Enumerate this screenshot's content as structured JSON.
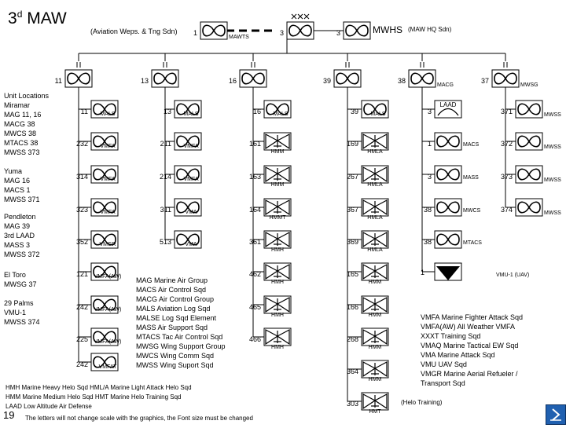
{
  "title": {
    "main": "3",
    "sup": "d",
    "rest": " MAW"
  },
  "subtitle": "(Aviation Weps. & Tng Sdn)",
  "mwhs": "MWHS",
  "mwhq": "(MAW HQ Sdn)",
  "unit_locations": [
    {
      "lines": [
        "Unit Locations",
        "Miramar",
        "MAG 11, 16",
        "MACG 38",
        "MWCS 38",
        "MTACS 38",
        "MWSS 373"
      ]
    },
    {
      "lines": [
        "Yuma",
        "MAG 16",
        "MACS 1",
        "MWSS 371"
      ]
    },
    {
      "lines": [
        "Pendleton",
        "MAG 39",
        "3rd LAAD",
        "MASS 3",
        "MWSS 372"
      ]
    },
    {
      "lines": [
        "El Toro",
        "MWSG 37"
      ]
    },
    {
      "lines": [
        "29 Palms",
        "VMU-1",
        "MWSS 374"
      ]
    }
  ],
  "legend_mid": [
    "MAG Marine Air Group",
    "MACS Air Control Sqd",
    "MACG  Air Control Group",
    "MALS Aviation Log Sqd",
    "MALSE Log Sqd Element",
    "MASS Air Support Sqd",
    "MTACS Tac Air Control Sqd",
    "MWSG Wing Support Group",
    "MWCS Wing Comm Sqd",
    "MWSS Wing Suport Sqd"
  ],
  "legend_right": [
    "VMFA Marine Fighter Attack Sqd",
    "VMFA(AW) All Weather VMFA",
    "XXXT Training Sqd",
    "VMAQ Marine Tactical EW Sqd",
    "VMA Marine Attack Sqd",
    "VMU UAV Sqd",
    "VMGR Marine Aerial Refueler /",
    "Transport Sqd"
  ],
  "legend_bottom": [
    "HMH Marine Heavy Helo Sqd    HML/A Marine Light Attack Helo Sqd",
    "HMM Marine Medium Helo Sqd  HMT  Marine Helo Training Sqd",
    "LAAD Low Altitude Air Defense"
  ],
  "helo_training": "(Helo Training)",
  "slide_number": "19",
  "note": "The letters will not change scale with the graphics, the Font size must be changed",
  "nodes": [
    {
      "id": "hq",
      "kind": "box",
      "num": "",
      "label": "",
      "echelon": "xxx"
    },
    {
      "id": "mwts",
      "kind": "box",
      "num": "1",
      "label": "MAWTS"
    },
    {
      "id": "hq3",
      "kind": "box",
      "num": "3",
      "label": ""
    },
    {
      "id": "mwhs",
      "kind": "box",
      "num": "3",
      "label": ""
    },
    {
      "id": "mag11",
      "kind": "box",
      "num": "11",
      "label": "",
      "echelon": "ii"
    },
    {
      "id": "mag13",
      "kind": "box",
      "num": "13",
      "label": "",
      "echelon": "ii"
    },
    {
      "id": "mag16",
      "kind": "box",
      "num": "16",
      "label": "",
      "echelon": "ii"
    },
    {
      "id": "mag39",
      "kind": "box",
      "num": "39",
      "label": "",
      "echelon": "ii"
    },
    {
      "id": "macg38",
      "kind": "box",
      "num": "38",
      "label": "MACG",
      "echelon": "ii"
    },
    {
      "id": "mwsg37",
      "kind": "box",
      "num": "37",
      "label": "MWSG",
      "echelon": "ii"
    },
    {
      "id": "c1_1",
      "kind": "box",
      "num": "11",
      "label": "MALS"
    },
    {
      "id": "c1_2",
      "kind": "box",
      "num": "232",
      "label": "VMFA"
    },
    {
      "id": "c1_3",
      "kind": "box",
      "num": "314",
      "label": "VMFA"
    },
    {
      "id": "c1_4",
      "kind": "box",
      "num": "323",
      "label": "VMFA"
    },
    {
      "id": "c1_5",
      "kind": "box",
      "num": "352",
      "label": "VMGR"
    },
    {
      "id": "c1_6",
      "kind": "box",
      "num": "121",
      "label": "VMFA(AW)"
    },
    {
      "id": "c1_7",
      "kind": "box",
      "num": "242",
      "label": "VMFA(AW)"
    },
    {
      "id": "c1_8",
      "kind": "box",
      "num": "225",
      "label": "VMFA(AW)"
    },
    {
      "id": "c1_9",
      "kind": "box",
      "num": "242",
      "label": "VMFAT"
    },
    {
      "id": "c2_1",
      "kind": "box",
      "num": "13",
      "label": "MALS"
    },
    {
      "id": "c2_2",
      "kind": "box",
      "num": "211",
      "label": "VMFA"
    },
    {
      "id": "c2_3",
      "kind": "box",
      "num": "214",
      "label": "VMFA"
    },
    {
      "id": "c2_4",
      "kind": "box",
      "num": "311",
      "label": "VMA"
    },
    {
      "id": "c2_5",
      "kind": "box",
      "num": "513",
      "label": "VMA"
    },
    {
      "id": "c3_1",
      "kind": "box",
      "num": "16",
      "label": "MALS"
    },
    {
      "id": "c3_2",
      "kind": "heli",
      "num": "161",
      "label": "HMM"
    },
    {
      "id": "c3_3",
      "kind": "heli",
      "num": "163",
      "label": "HMM"
    },
    {
      "id": "c3_4",
      "kind": "heli",
      "num": "164",
      "label": "HMMT"
    },
    {
      "id": "c3_5",
      "kind": "heli",
      "num": "361",
      "label": "HMH"
    },
    {
      "id": "c3_6",
      "kind": "heli",
      "num": "462",
      "label": "HMH"
    },
    {
      "id": "c3_7",
      "kind": "heli",
      "num": "465",
      "label": "HMH"
    },
    {
      "id": "c3_8",
      "kind": "heli",
      "num": "466",
      "label": "HMH"
    },
    {
      "id": "c4_1",
      "kind": "box",
      "num": "39",
      "label": "MALS"
    },
    {
      "id": "c4_2",
      "kind": "heli",
      "num": "169",
      "label": "HMLA"
    },
    {
      "id": "c4_3",
      "kind": "heli",
      "num": "267",
      "label": "HMLA"
    },
    {
      "id": "c4_4",
      "kind": "heli",
      "num": "367",
      "label": "HMLA"
    },
    {
      "id": "c4_5",
      "kind": "heli",
      "num": "369",
      "label": "HMLA"
    },
    {
      "id": "c4_6",
      "kind": "heli",
      "num": "165",
      "label": "HMM"
    },
    {
      "id": "c4_7",
      "kind": "heli",
      "num": "166",
      "label": "HMM"
    },
    {
      "id": "c4_8",
      "kind": "heli",
      "num": "268",
      "label": "HMM"
    },
    {
      "id": "c4_9",
      "kind": "heli",
      "num": "364",
      "label": "HMM"
    },
    {
      "id": "c4_10",
      "kind": "heli",
      "num": "303",
      "label": "HMT"
    },
    {
      "id": "c5_1",
      "kind": "laad",
      "num": "3",
      "label": "LAAD"
    },
    {
      "id": "c5_2",
      "kind": "box",
      "num": "1",
      "label": "MACS"
    },
    {
      "id": "c5_3",
      "kind": "box",
      "num": "3",
      "label": "MASS"
    },
    {
      "id": "c5_4",
      "kind": "box",
      "num": "38",
      "label": "MWCS"
    },
    {
      "id": "c5_5",
      "kind": "box",
      "num": "38",
      "label": "MTACS"
    },
    {
      "id": "c5_6",
      "kind": "uav",
      "num": "1",
      "label": "VMU-1 (UAV)"
    },
    {
      "id": "c6_1",
      "kind": "box",
      "num": "371",
      "label": "MWSS"
    },
    {
      "id": "c6_2",
      "kind": "box",
      "num": "372",
      "label": "MWSS"
    },
    {
      "id": "c6_3",
      "kind": "box",
      "num": "373",
      "label": "MWSS"
    },
    {
      "id": "c6_4",
      "kind": "box",
      "num": "374",
      "label": "MWSS"
    }
  ]
}
